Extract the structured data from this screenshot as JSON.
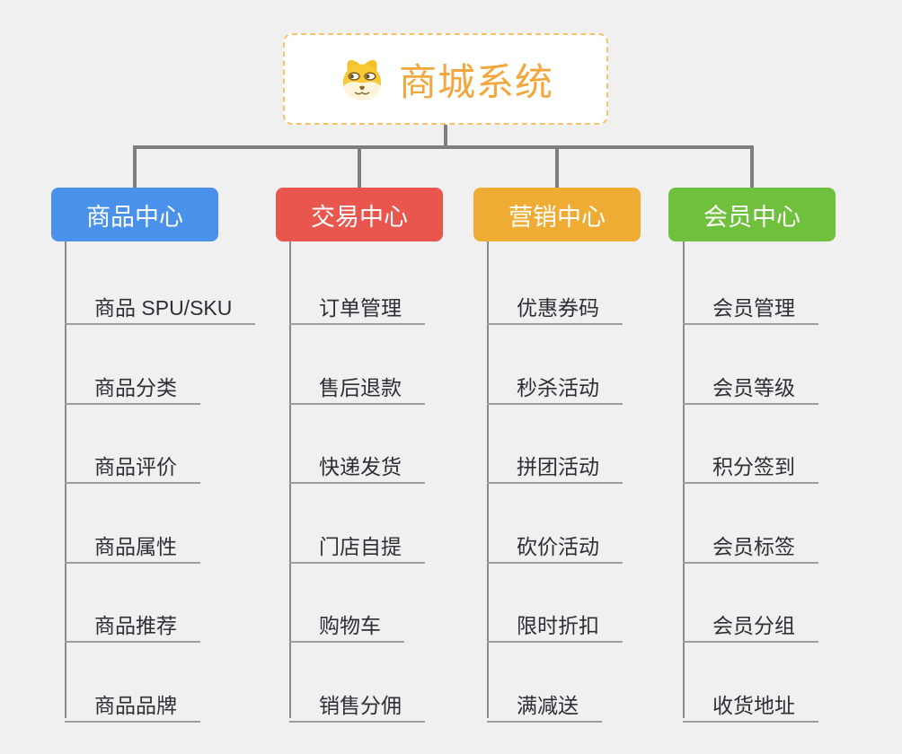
{
  "root": {
    "title": "商城系统",
    "icon": "dog-face-icon",
    "title_color": "#F2A73D",
    "border_color": "#F6C36B"
  },
  "connector_color": "#7E7E7E",
  "branches": [
    {
      "label": "商品中心",
      "color": "#4A91EC",
      "items": [
        "商品 SPU/SKU",
        "商品分类",
        "商品评价",
        "商品属性",
        "商品推荐",
        "商品品牌"
      ]
    },
    {
      "label": "交易中心",
      "color": "#E9564E",
      "items": [
        "订单管理",
        "售后退款",
        "快递发货",
        "门店自提",
        "购物车",
        "销售分佣"
      ]
    },
    {
      "label": "营销中心",
      "color": "#EFAC34",
      "items": [
        "优惠券码",
        "秒杀活动",
        "拼团活动",
        "砍价活动",
        "限时折扣",
        "满减送"
      ]
    },
    {
      "label": "会员中心",
      "color": "#6FC13D",
      "items": [
        "会员管理",
        "会员等级",
        "积分签到",
        "会员标签",
        "会员分组",
        "收货地址"
      ]
    }
  ]
}
